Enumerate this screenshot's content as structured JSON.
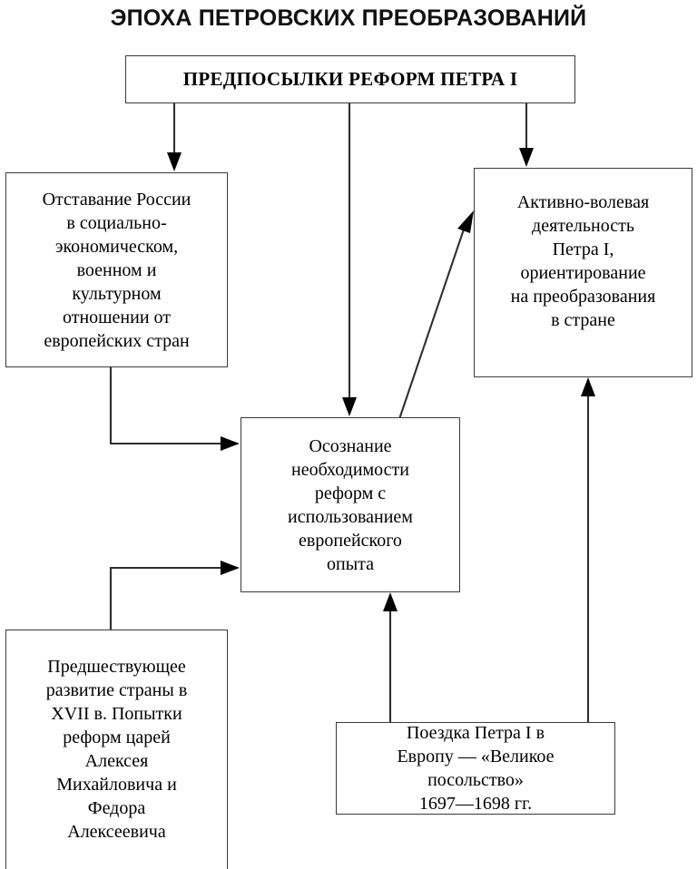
{
  "page": {
    "title": "ЭПОХА ПЕТРОВСКИХ ПРЕОБРАЗОВАНИЙ",
    "background_color": "#ffffff",
    "text_color": "#000000",
    "border_color": "#3a3a3a"
  },
  "diagram": {
    "type": "flowchart",
    "nodes": [
      {
        "id": "premises",
        "label": "ПРЕДПОСЫЛКИ РЕФОРМ ПЕТРА I",
        "role": "root-heading-box"
      },
      {
        "id": "lag",
        "label": "Отставание России\nв социально-\nэкономическом,\nвоенном и\nкультурном\nотношении от\nевропейских стран",
        "role": "cause-box"
      },
      {
        "id": "activity",
        "label": "Активно-волевая\nдеятельность\nПетра I,\nориентирование\nна преобразования\nв стране",
        "role": "cause-box"
      },
      {
        "id": "awareness",
        "label": "Осознание\nнеобходимости\nреформ с\nиспользованием\nевропейского\nопыта",
        "role": "result-box"
      },
      {
        "id": "previous",
        "label": "Предшествующее\nразвитие страны в\nXVII в. Попытки\nреформ царей\nАлексея\nМихайловича и\nФедора\nАлексеевича",
        "role": "cause-box"
      },
      {
        "id": "trip",
        "label": "Поездка Петра I в\nЕвропу — «Великое\nпосольство»\n1697—1698 гг.",
        "role": "cause-box"
      }
    ],
    "edges": [
      {
        "from": "premises",
        "to": "lag",
        "style": "elbow-down",
        "arrow": "filled-triangle"
      },
      {
        "from": "premises",
        "to": "awareness",
        "style": "straight-down",
        "arrow": "filled-triangle"
      },
      {
        "from": "premises",
        "to": "activity",
        "style": "straight-down",
        "arrow": "filled-triangle"
      },
      {
        "from": "lag",
        "to": "awareness",
        "style": "elbow-right",
        "arrow": "filled-triangle"
      },
      {
        "from": "previous",
        "to": "awareness",
        "style": "elbow-up-right",
        "arrow": "filled-triangle"
      },
      {
        "from": "awareness",
        "to": "activity",
        "style": "diagonal-up-right",
        "arrow": "filled-triangle"
      },
      {
        "from": "trip",
        "to": "awareness",
        "style": "straight-up",
        "arrow": "filled-triangle"
      },
      {
        "from": "trip",
        "to": "activity",
        "style": "straight-up",
        "arrow": "filled-triangle"
      }
    ]
  }
}
